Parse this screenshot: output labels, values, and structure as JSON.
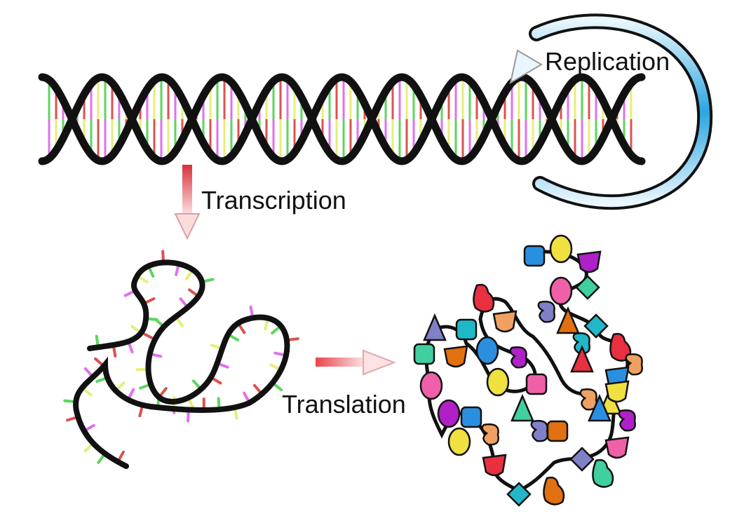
{
  "labels": {
    "replication": "Replication",
    "transcription": "Transcription",
    "translation": "Translation"
  },
  "colors": {
    "strand": "#111111",
    "base_green": "#5cd65c",
    "base_red": "#d9534f",
    "base_pink": "#e070f0",
    "base_yellow": "#e6ee7a",
    "replication_arrow": "#2aa6e0",
    "process_arrow": "#e8434a"
  },
  "icons": [
    "dna-double-helix",
    "replication-cycle-arrow",
    "transcription-arrow",
    "mrna-strand",
    "translation-arrow",
    "folded-protein-chain"
  ]
}
